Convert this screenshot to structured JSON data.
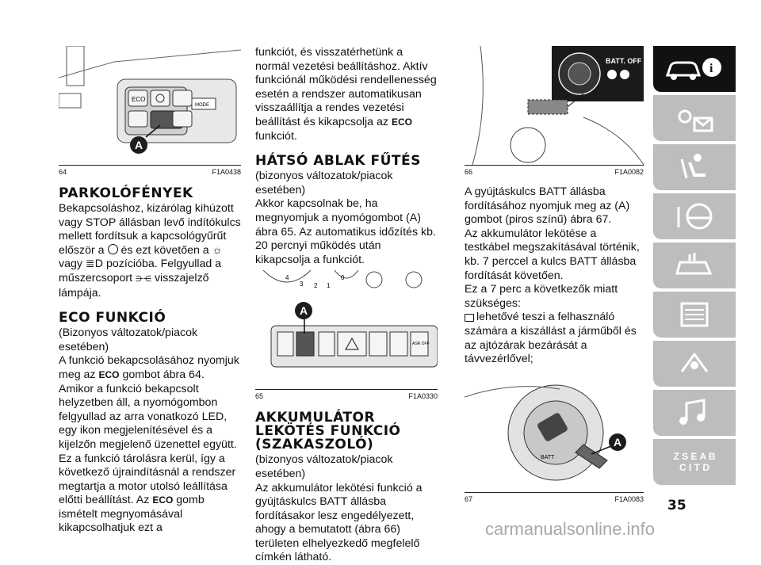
{
  "col1": {
    "fig64": {
      "num": "64",
      "code": "F1A0438",
      "marker": "A",
      "mode_label": "MODE",
      "eco_label": "ECO"
    },
    "heading1": "PARKOLÓFÉNYEK",
    "p1": "Bekapcsoláshoz, kizárólag kihúzott vagy STOP állásban levő indítókulcs mellett fordítsuk a kapcsológyűrűt",
    "p1b_pre": "először a",
    "p1b_mid": "és ezt követően a",
    "p1c_pre": "vagy",
    "p1c_post": "pozícióba. Felgyullad a",
    "p1d_pre": "műszercsoport",
    "p1d_post": "visszajelző lámpája.",
    "heading2": "ECO FUNKCIÓ",
    "p2": "(Bizonyos változatok/piacok esetében)",
    "p3_pre": "A funkció bekapcsolásához nyomjuk meg az",
    "p3_eco": "ECO",
    "p3_post": "gombot ábra 64. Amikor a funkció bekapcsolt helyzetben áll, a nyomógombon felgyullad az arra vonatkozó LED, egy ikon megjelenítésével és a kijelzőn megjelenő üzenettel együtt.",
    "p4_pre": "Ez a funkció tárolásra kerül, így a következő újraindításnál a rendszer megtartja a motor utolsó leállítása előtti beállítást. Az",
    "p4_eco": "ECO",
    "p4_post": "gomb ismételt megnyomásával kikapcsolhatjuk ezt a"
  },
  "col2": {
    "p1_pre": "funkciót, és visszatérhetünk a normál vezetési beállításhoz. Aktív funkciónál működési rendellenesség esetén a rendszer automatikusan visszaállítja a rendes vezetési beállítást és kikapcsolja az",
    "p1_eco": "ECO",
    "p1_post": "funkciót.",
    "heading1": "HÁTSÓ ABLAK FŰTÉS",
    "p2": "(bizonyos változatok/piacok esetében)",
    "p3": "Akkor kapcsolnak be, ha megnyomjuk a nyomógombot (A) ábra 65. Az automatikus időzítés kb. 20 percnyi működés után kikapcsolja a funkciót.",
    "fig65": {
      "num": "65",
      "code": "F1A0330",
      "marker": "A",
      "asr": "ASR OFF",
      "gauge_labels": [
        "4",
        "3",
        "2",
        "1",
        "0"
      ]
    },
    "heading2a": "AKKUMULÁTOR",
    "heading2b": "LEKÖTÉS FUNKCIÓ",
    "heading2c": "(SZAKASZOLÓ)",
    "p4": "(bizonyos változatok/piacok esetében)",
    "p5": "Az akkumulátor lekötési funkció a gyújtáskulcs BATT állásba fordításakor lesz engedélyezett, ahogy a bemutatott (ábra 66) területen elhelyezkedő megfelelő címkén látható."
  },
  "col3": {
    "fig66": {
      "num": "66",
      "code": "F1A0082",
      "label": "BATT. OFF"
    },
    "p1": "A gyújtáskulcs BATT állásba fordításához nyomjuk meg az (A) gombot (piros színű) ábra 67.",
    "p2": "Az akkumulátor lekötése a testkábel megszakításával történik, kb. 7 perccel a kulcs BATT állásba fordítását követően.",
    "p3": "Ez a 7 perc a következők miatt szükséges:",
    "p4": "lehetővé teszi a felhasználó számára a kiszállást a járműből és az ajtózárak bezárását a távvezérlővel;",
    "fig67": {
      "num": "67",
      "code": "F1A0083",
      "marker": "A",
      "batt": "BATT"
    }
  },
  "sidebar": {
    "tabs": [
      {
        "icon": "car-info-icon",
        "active": true
      },
      {
        "icon": "warning-lights-icon",
        "active": false
      },
      {
        "icon": "airbag-seat-icon",
        "active": false
      },
      {
        "icon": "steering-wheel-icon",
        "active": false
      },
      {
        "icon": "service-car-icon",
        "active": false
      },
      {
        "icon": "maintenance-icon",
        "active": false
      },
      {
        "icon": "specifications-icon",
        "active": false
      },
      {
        "icon": "multimedia-icon",
        "active": false
      },
      {
        "icon": "alphabetical-index-icon",
        "active": false
      }
    ],
    "index_letters": "Z S E A B C I T D"
  },
  "page_number": "35",
  "watermark": "carmanualsonline.info",
  "colors": {
    "sidebar_inactive": "#bdbdbd",
    "sidebar_active": "#111111",
    "text": "#111111"
  }
}
